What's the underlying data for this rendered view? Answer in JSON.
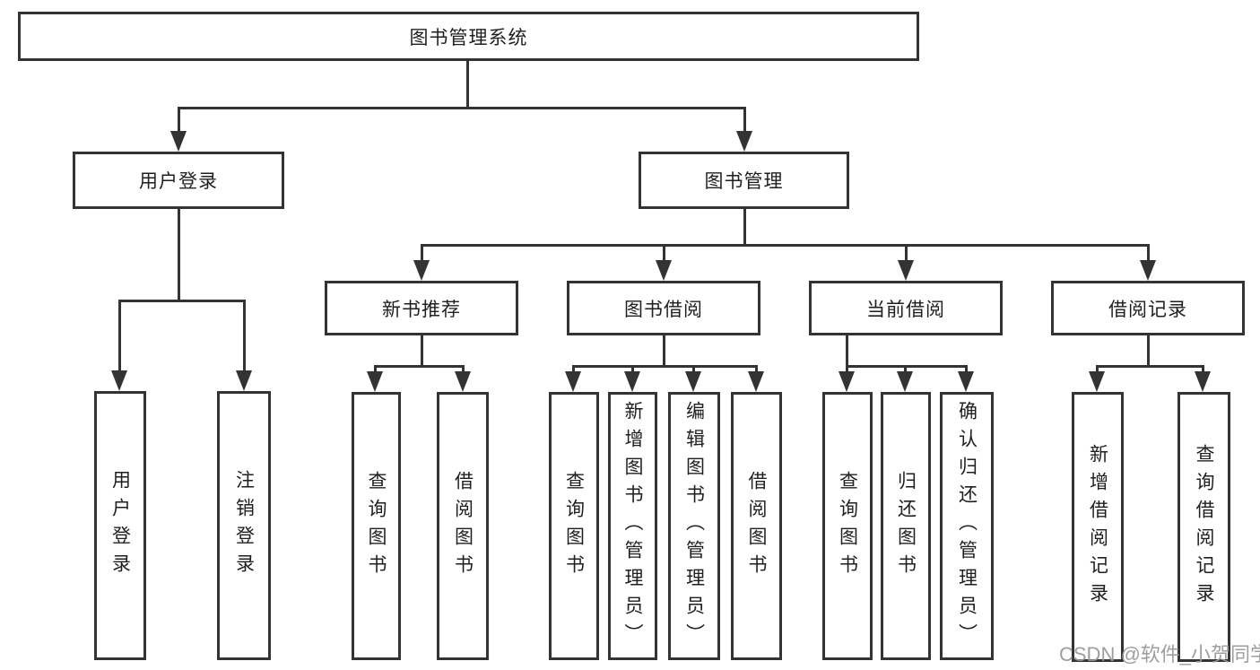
{
  "root": {
    "label": "图书管理系统"
  },
  "level2": {
    "user_login": "用户登录",
    "book_management": "图书管理"
  },
  "level3": {
    "new_books": "新书推荐",
    "book_borrow": "图书借阅",
    "current_borrow": "当前借阅",
    "borrow_records": "借阅记录"
  },
  "leaves": {
    "user_login": "用户登录",
    "logout": "注销登录",
    "nb_query_books": "查询图书",
    "nb_borrow_books": "借阅图书",
    "bb_query_books": "查询图书",
    "bb_add_books": "新增图书（管理员）",
    "bb_edit_books": "编辑图书（管理员）",
    "bb_borrow_books": "借阅图书",
    "cb_query_books": "查询图书",
    "cb_return_books": "归还图书",
    "cb_confirm_return": "确认归还（管理员）",
    "br_add_record": "新增借阅记录",
    "br_query_record": "查询借阅记录"
  },
  "watermark": {
    "text": "CSDN @软件_小贺同学"
  },
  "colors": {
    "line": "#333333",
    "text": "#1f1f1f",
    "watermark": "#999999",
    "background": "#ffffff"
  }
}
